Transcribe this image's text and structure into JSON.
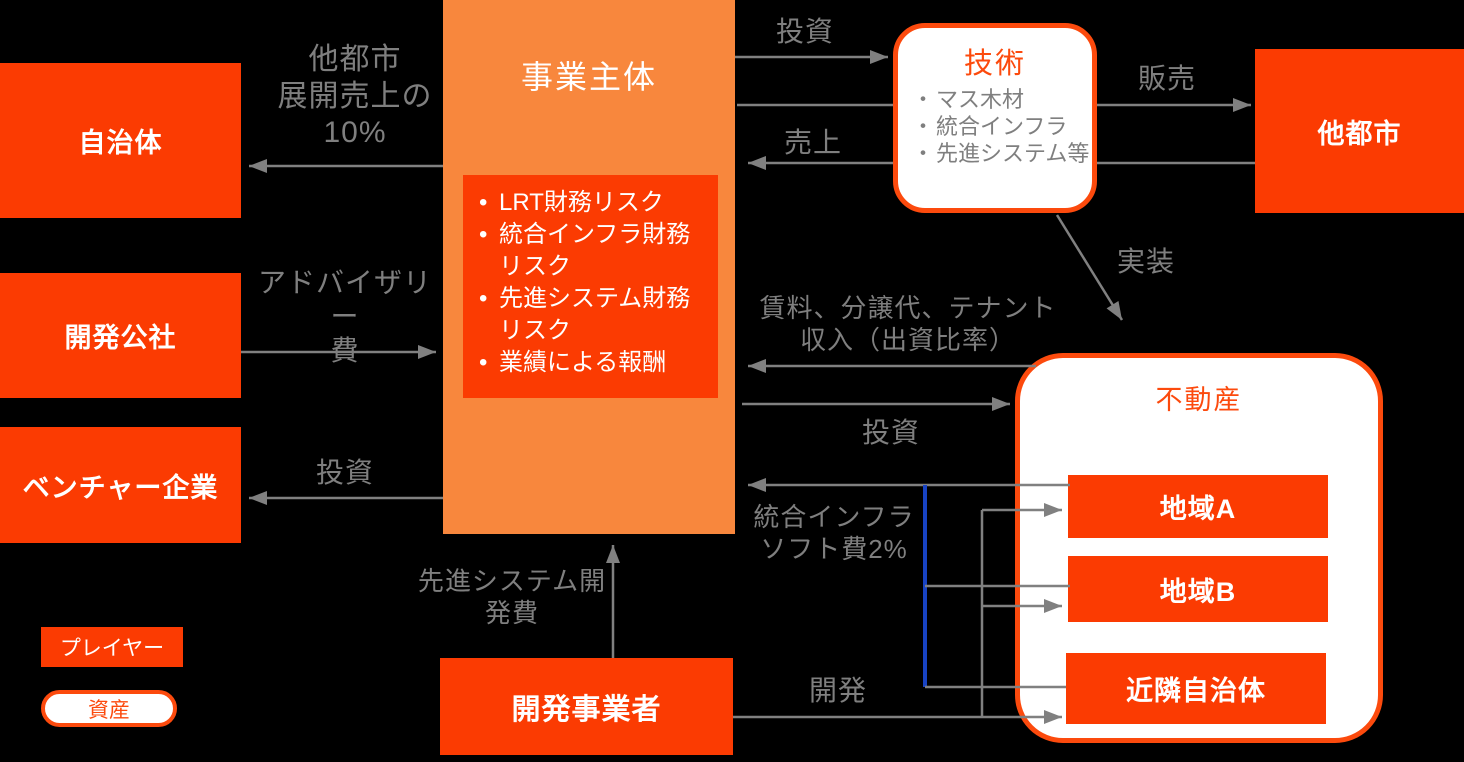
{
  "colors": {
    "background": "#000000",
    "player_box_fill": "#FB3B02",
    "entity_box_fill": "#F8873D",
    "asset_border_orange": "#FC4A0D",
    "connector_gray": "#808080",
    "fee_connector_blue": "#1843C4",
    "label_gray": "#7F7F7F",
    "box_text_white": "#FFFFFF"
  },
  "legend": {
    "player": "プレイヤー",
    "asset": "資産"
  },
  "players": {
    "municipality": "自治体",
    "development_corporation": "開発公社",
    "venture_company": "ベンチャー企業",
    "other_cities": "他都市",
    "developer": "開発事業者"
  },
  "main_entity": {
    "title": "事業主体",
    "risks": [
      "LRT財務リスク",
      "統合インフラ財務リスク",
      "先進システム財務リスク",
      "業績による報酬"
    ]
  },
  "assets": {
    "technology": {
      "title": "技術",
      "items": [
        "マス木材",
        "統合インフラ",
        "先進システム等"
      ]
    },
    "real_estate": {
      "title": "不動産",
      "regions": [
        "地域A",
        "地域B",
        "近隣自治体"
      ]
    }
  },
  "flows": {
    "other_city_share": "他都市\n展開売上の\n10%",
    "advisory_fee": "アドバイザリー\n費",
    "investment_to_venture": "投資",
    "investment_to_technology": "投資",
    "sales_to_other_cities": "販売",
    "revenue_from_technology": "売上",
    "implementation": "実装",
    "rent_income": "賃料、分譲代、テナント\n収入（出資比率）",
    "investment_to_real_estate": "投資",
    "integrated_infra_software_fee": "統合インフラ\nソフト費2%",
    "development": "開発",
    "advanced_system_dev_fee": "先進システム開\n発費"
  }
}
